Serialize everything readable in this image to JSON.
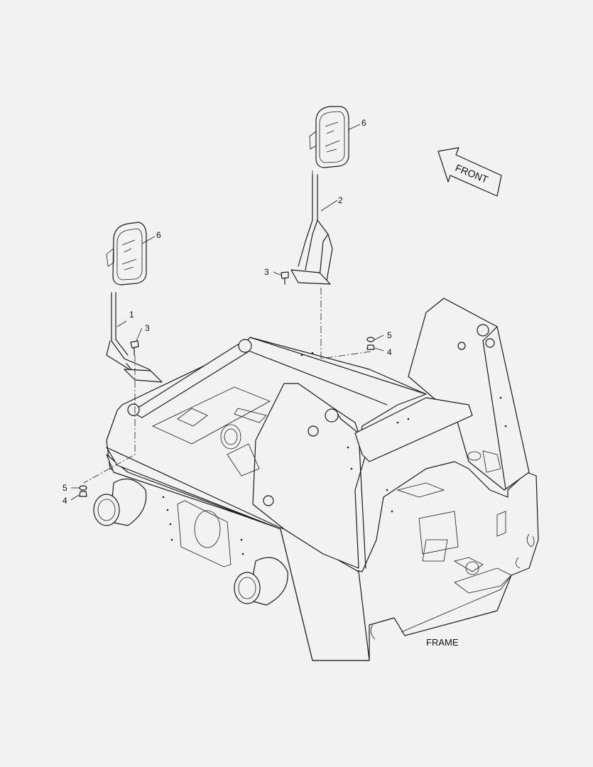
{
  "diagram": {
    "frame_label": "FRAME",
    "front_label": "FRONT",
    "callouts": [
      "1",
      "2",
      "3",
      "3",
      "4",
      "4",
      "5",
      "5",
      "6",
      "6"
    ],
    "icons": [
      "front-arrow-icon",
      "mirror-icon",
      "bolt-icon",
      "nut-icon",
      "washer-icon"
    ]
  }
}
